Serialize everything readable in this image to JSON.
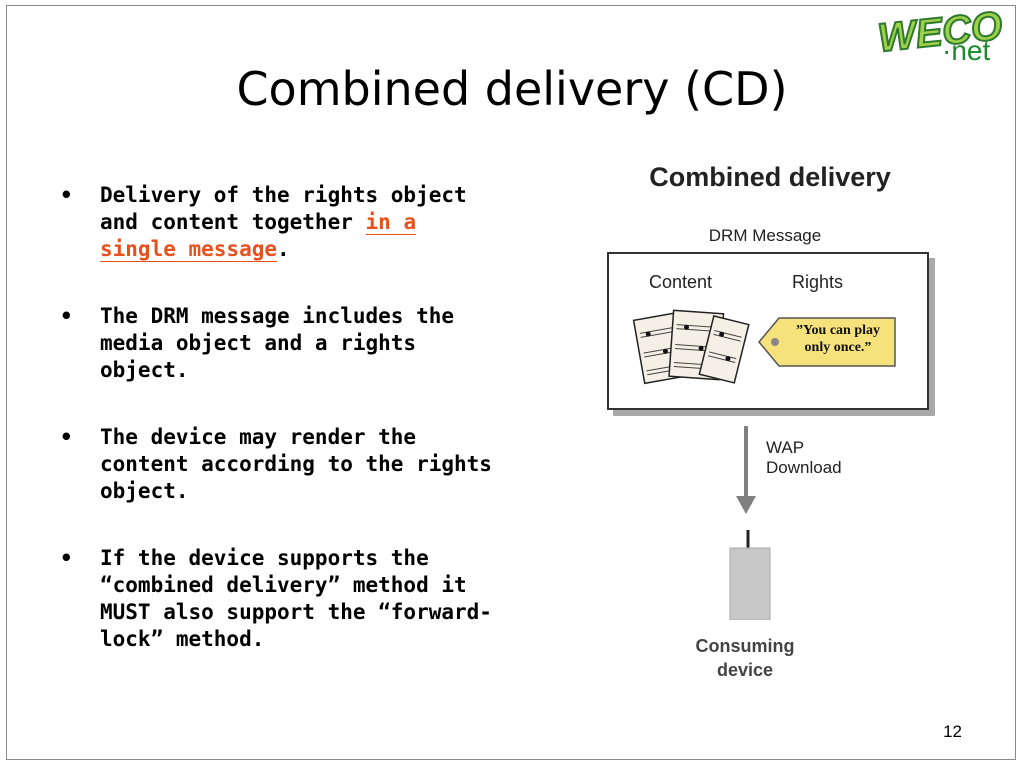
{
  "logo": {
    "line1": "WECO",
    "line2": "·net",
    "colors": {
      "fill": "#9ed04a",
      "outline": "#2e7a2e",
      "net": "#1a8a2a"
    }
  },
  "title": "Combined delivery (CD)",
  "bullets": [
    {
      "text": "Delivery of the rights object and content together ",
      "highlight": "in a single message",
      "after": "."
    },
    {
      "text": "The DRM message includes the media object and a rights object."
    },
    {
      "text": "The device may render the content according to the rights object."
    },
    {
      "text": "If the device supports the “combined delivery” method it MUST also support the “forward-lock” method."
    }
  ],
  "figure": {
    "title": "Combined delivery",
    "drm_label": "DRM Message",
    "content_label": "Content",
    "rights_label": "Rights",
    "tag_line1": "”You can play",
    "tag_line2": "only once.”",
    "wap_line1": "WAP",
    "wap_line2": "Download",
    "consuming_line1": "Consuming",
    "consuming_line2": "device",
    "colors": {
      "tag": "#f6e27a",
      "arrow": "#808080",
      "device": "#c8c8c8"
    }
  },
  "accent_color": "#e8501e",
  "page_number": "12"
}
